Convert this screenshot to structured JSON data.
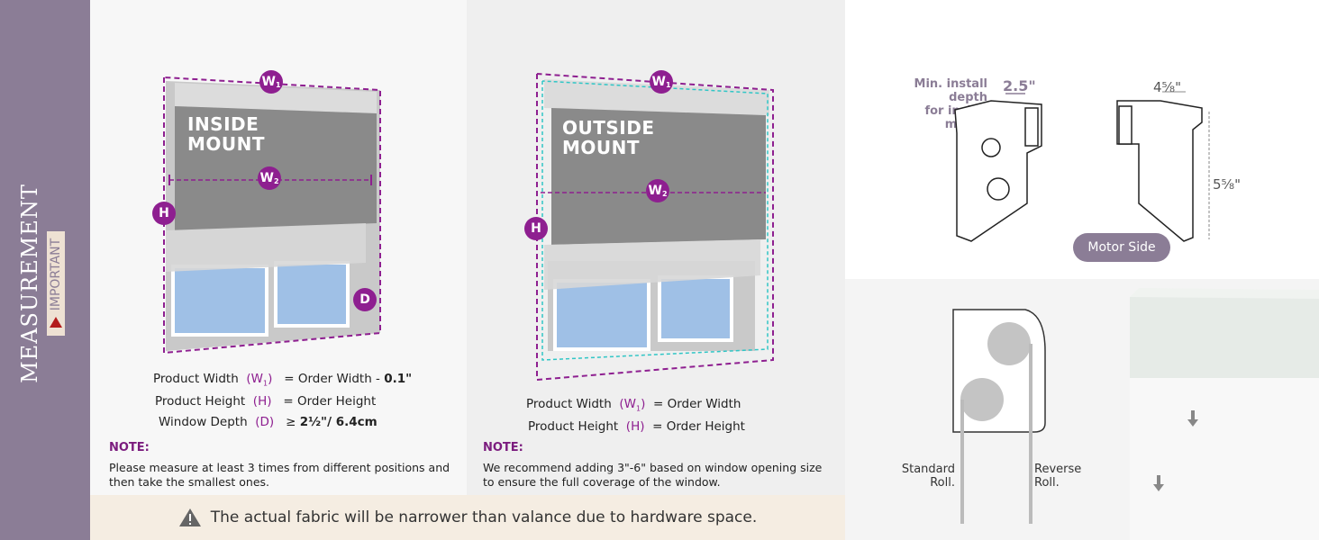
{
  "sidebar": {
    "title": "MEASUREMENT",
    "badge": "IMPORTANT"
  },
  "inside": {
    "label_line1": "INSIDE",
    "label_line2": "MOUNT",
    "badges": {
      "w": "W",
      "sub": "1",
      "sub2": "2",
      "h": "H",
      "d": "D"
    },
    "specs": [
      {
        "name": "Product Width",
        "sym": "W",
        "sub": "1",
        "eq": "= Order Width - ",
        "val": "0.1\""
      },
      {
        "name": "Product Height",
        "sym": "H",
        "sub": "",
        "eq": "= Order Height",
        "val": ""
      },
      {
        "name": "Window Depth",
        "sym": "D",
        "sub": "",
        "eq": "≥ ",
        "val": "2½\"/ 6.4cm"
      }
    ],
    "note_title": "NOTE:",
    "note_body": "Please measure at least 3 times from different positions and then take the smallest ones."
  },
  "outside": {
    "label_line1": "OUTSIDE",
    "label_line2": "MOUNT",
    "specs": [
      {
        "name": "Product Width",
        "sym": "W",
        "sub": "1",
        "eq": "= Order Width"
      },
      {
        "name": "Product Height",
        "sym": "H",
        "sub": "",
        "eq": "= Order Height"
      }
    ],
    "note_title": "NOTE:",
    "note_body": "We recommend adding 3\"-6\" based on window opening size to ensure the full coverage of the window."
  },
  "bracket": {
    "min_depth_line1": "Min. install depth",
    "min_depth_line2": "for inside mount",
    "depth_value": "2.5\"",
    "width_value": "4⁵⁄₈\"",
    "height_value": "5⁵⁄₈\"",
    "motor_side": "Motor Side"
  },
  "roll": {
    "standard": "Standard",
    "standard2": "Roll.",
    "reverse": "Reverse",
    "reverse2": "Roll."
  },
  "footer": {
    "text": "The actual fabric will be narrower than valance due to hardware space."
  },
  "colors": {
    "sidebar": "#8b7d96",
    "accent": "#8e1f90",
    "footer_bg": "#f5ede2"
  }
}
